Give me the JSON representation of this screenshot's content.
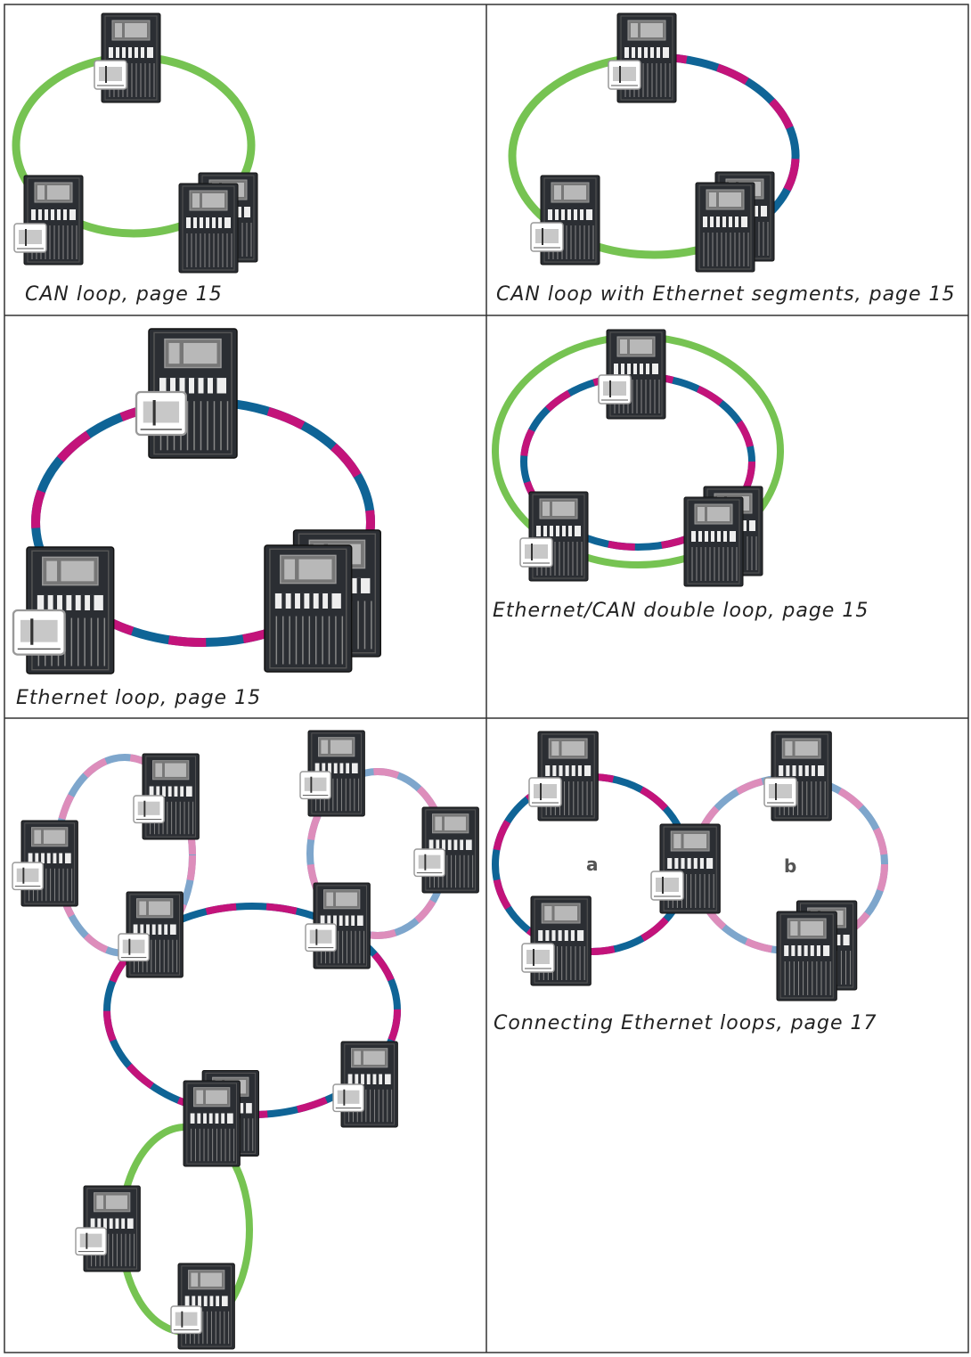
{
  "colors": {
    "can": "#76c352",
    "eth_a": "#c3137a",
    "eth_b": "#0f6496",
    "eth_light_a": "#dd8dbb",
    "eth_light_b": "#7ea6cc",
    "cabinet": "#2b2e33",
    "grid_line": "#333333"
  },
  "panels": [
    {
      "caption": "CAN loop, page 15"
    },
    {
      "caption": "CAN loop with Ethernet segments, page 15"
    },
    {
      "caption": "Ethernet loop, page 15"
    },
    {
      "caption": "Ethernet/CAN double loop, page 15"
    },
    {
      "caption": ""
    },
    {
      "caption": "Connecting Ethernet loops, page 17",
      "loop_labels": [
        "a",
        "b"
      ]
    }
  ]
}
